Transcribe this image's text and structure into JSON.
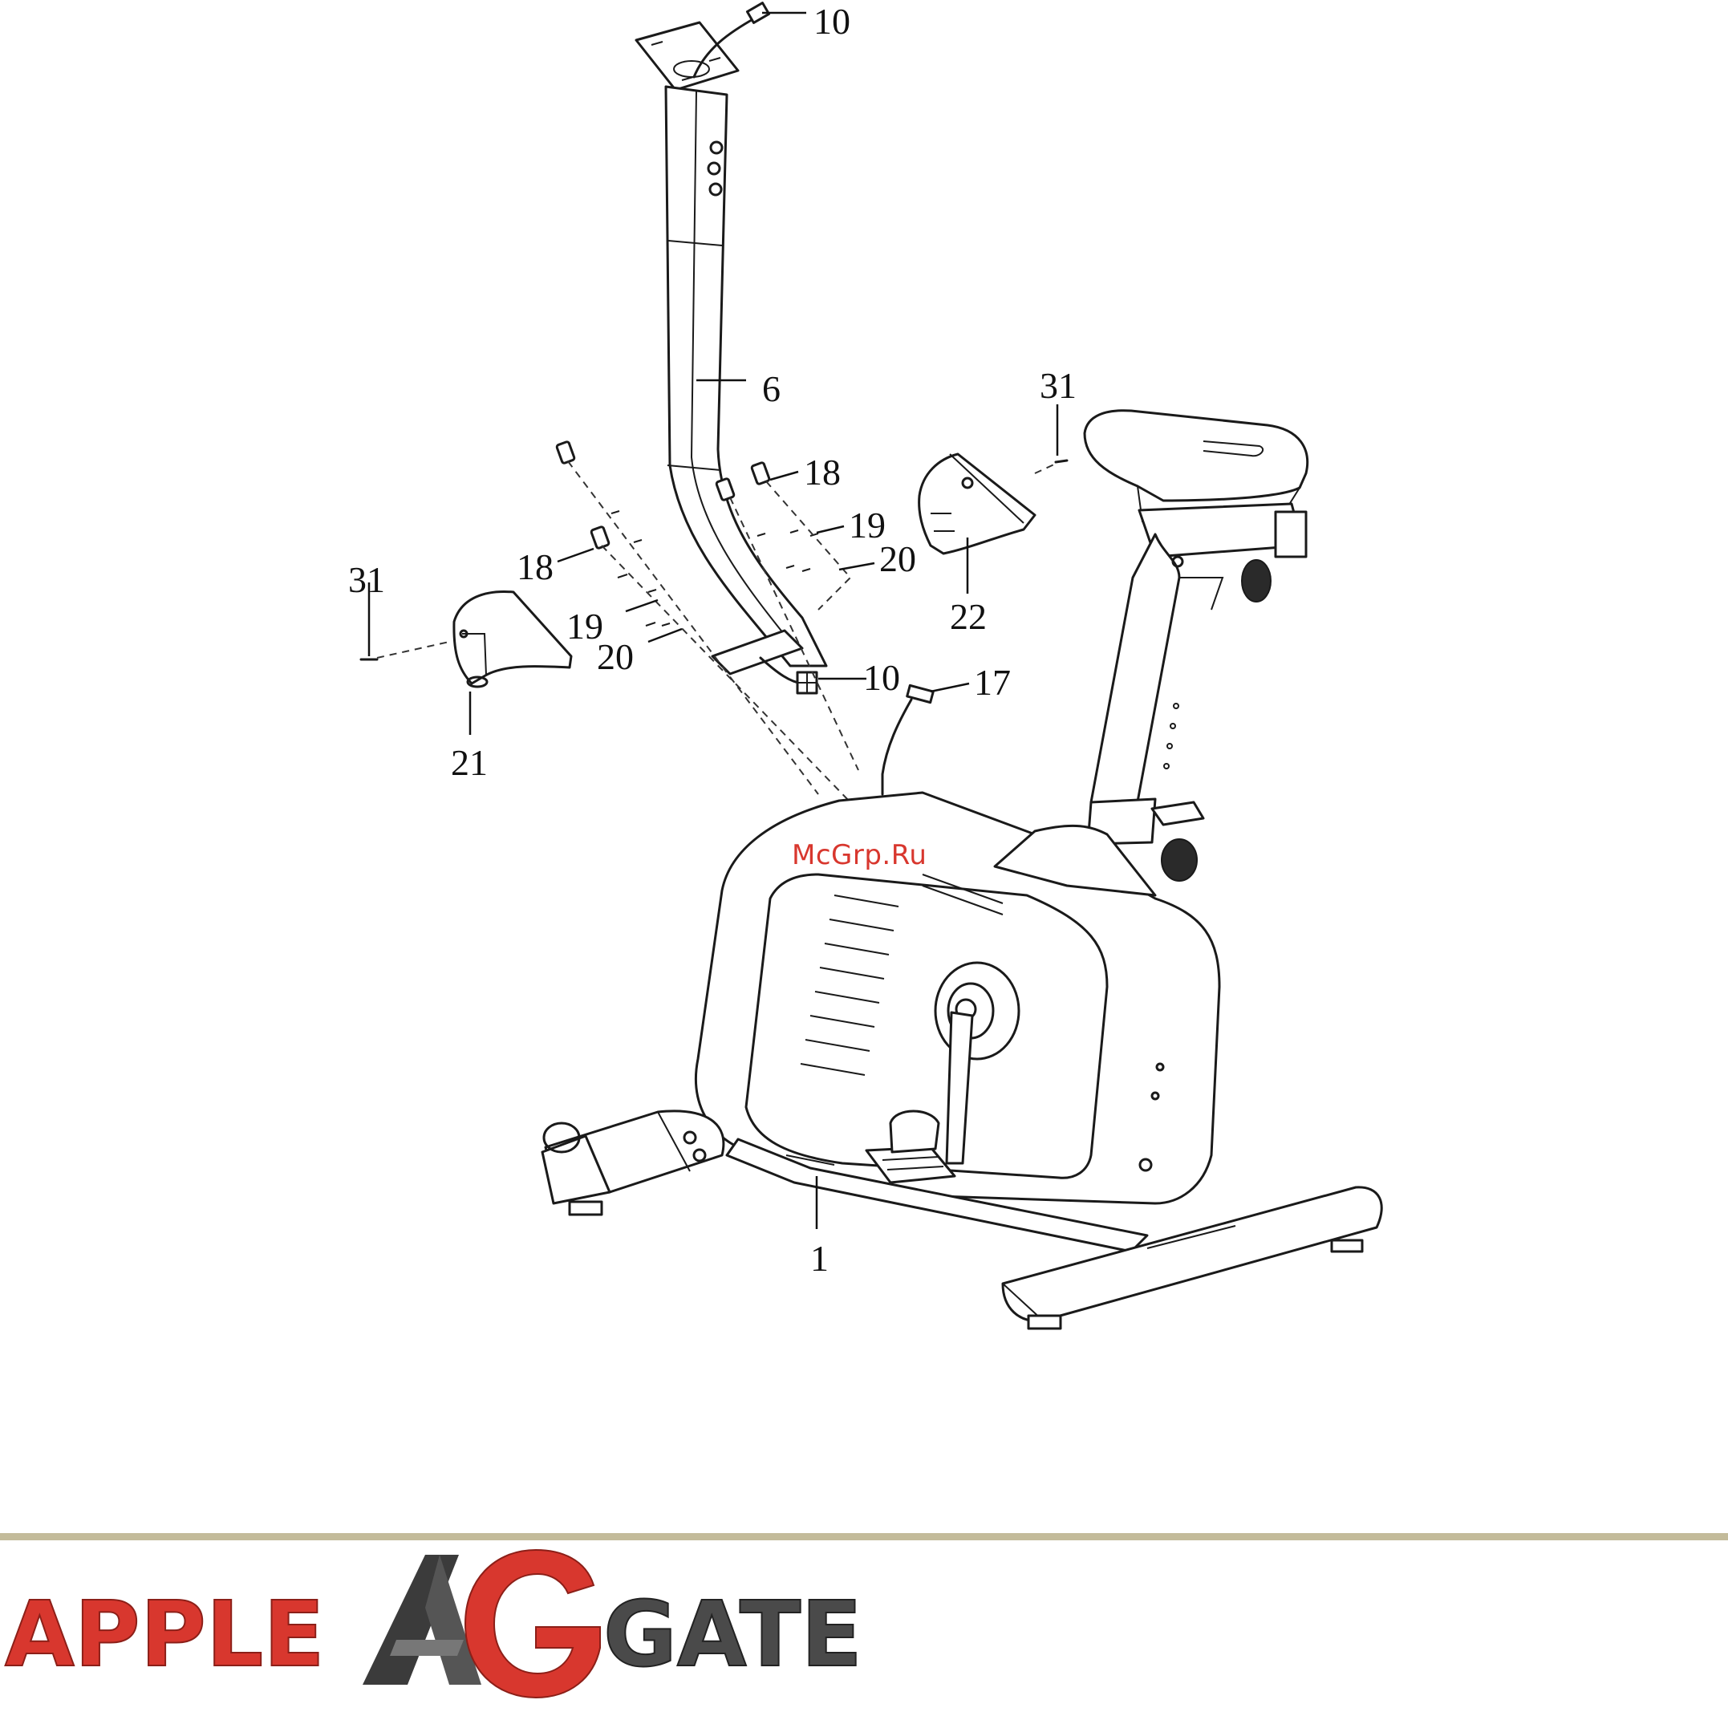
{
  "diagram": {
    "callouts": {
      "c10_top": "10",
      "c6": "6",
      "c31_right": "31",
      "c18_right": "18",
      "c19_right": "19",
      "c20_right": "20",
      "c22": "22",
      "c31_left": "31",
      "c18_left": "18",
      "c19_left": "19",
      "c20_left": "20",
      "c21": "21",
      "c10_mid": "10",
      "c17": "17",
      "c1": "1"
    },
    "watermark": "McGrp.Ru"
  },
  "footer": {
    "brand_left": "APPLE",
    "brand_right": "GATE",
    "colors": {
      "apple_red": "#d8372e",
      "gate_dark": "#4a4a4a",
      "rule": "#c3bb9a"
    }
  }
}
